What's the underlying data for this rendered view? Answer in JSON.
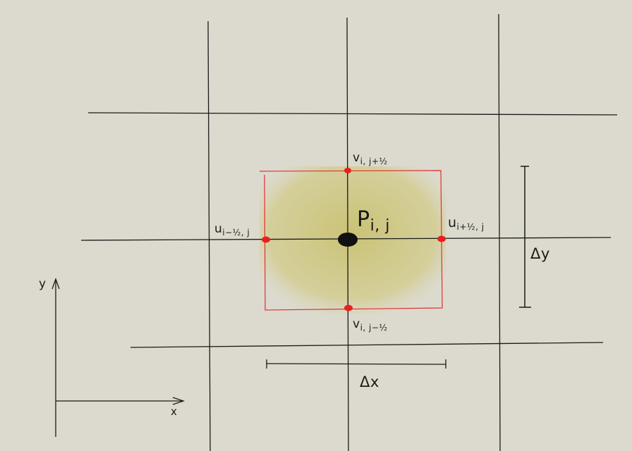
{
  "colors": {
    "background": "#dcdace",
    "grid_line": "#1a1a1a",
    "cell_boundary": "#e03030",
    "cell_fill": "#c8c070",
    "face_point": "#e82020",
    "center_point": "#111111"
  },
  "labels": {
    "pressure": {
      "main": "P",
      "sub": "i, j"
    },
    "v_top": {
      "main": "v",
      "sub": "i, j+½"
    },
    "v_bottom": {
      "main": "v",
      "sub": "i, j−½"
    },
    "u_left": {
      "main": "u",
      "sub": "i−½, j"
    },
    "u_right": {
      "main": "u",
      "sub": "i+½, j"
    },
    "delta_x": "Δx",
    "delta_y": "Δy",
    "axis_x": "x",
    "axis_y": "y"
  }
}
